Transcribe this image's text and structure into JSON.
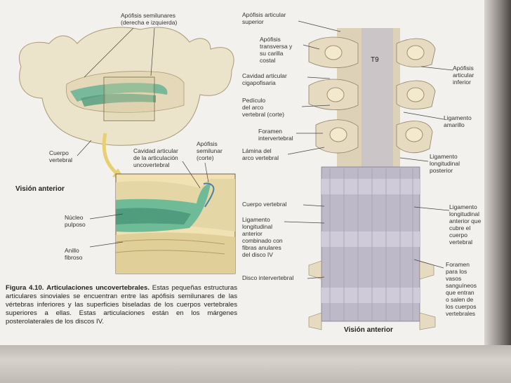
{
  "left_labels": {
    "apofisis_semilunares": "Apófisis semilunares\n(derecha e izquierda)",
    "cuerpo_vertebral": "Cuerpo\nvertebral",
    "cavidad_uncovertebral": "Cavidad articular\nde la articulación\nuncovertebral",
    "apofisis_semilunar_corte": "Apófisis\nsemilunar\n(corte)",
    "vision_anterior": "Visión anterior",
    "nucleo_pulposo": "Núcleo\npulposo",
    "anillo_fibroso": "Anillo\nfibroso"
  },
  "caption": {
    "figure_label": "Figura 4.10.",
    "figure_title": "Articulaciones uncovertebrales.",
    "text": "Estas pequeñas estructuras articulares sinoviales se encuentran entre las apófisis semilunares de las vértebras inferiores y las superficies biseladas de los cuerpos vertebrales superiores a ellas. Estas articulaciones están en los márgenes posterolaterales de los discos IV."
  },
  "right_left_labels": {
    "apofisis_articular_superior": "Apófisis articular\nsuperior",
    "apofisis_transversa": "Apófisis\ntransversa y\nsu carilla\ncostal",
    "cavidad_cigapofisaria": "Cavidad articular\ncigapofisaria",
    "pediculo": "Pedículo\ndel arco\nvertebral (corte)",
    "foramen_intervertebral": "Foramen\nintervertebral",
    "lamina": "Lámina del\narco vertebral",
    "cuerpo_vertebral": "Cuerpo vertebral",
    "ligamento_combinado": "Ligamento\nlongitudinal\nanterior\ncombinado con\nfibras anulares\ndel disco IV",
    "disco_intervertebral": "Disco intervertebral"
  },
  "right_right_labels": {
    "apofisis_articular_inferior": "Apófisis\narticular\ninferior",
    "ligamento_amarillo": "Ligamento\namarillo",
    "ligamento_posterior": "Ligamento\nlongitudinal\nposterior",
    "ligamento_anterior_cubre": "Ligamento\nlongitudinal\nanterior que\ncubre el cuerpo\nvertebral",
    "foramen_vasos": "Foramen\npara los\nvasos\nsanguíneos\nque entran\no salen de\nlos cuerpos\nvertebrales"
  },
  "vertebra_label": "T9",
  "right_view_title": "Visión anterior",
  "colors": {
    "bone": "#e9dfc4",
    "bone_shadow": "#c8b994",
    "cartilage_green": "#5fae8e",
    "ligament": "#b9b6c6",
    "box_bg": "#f0e2b6"
  }
}
